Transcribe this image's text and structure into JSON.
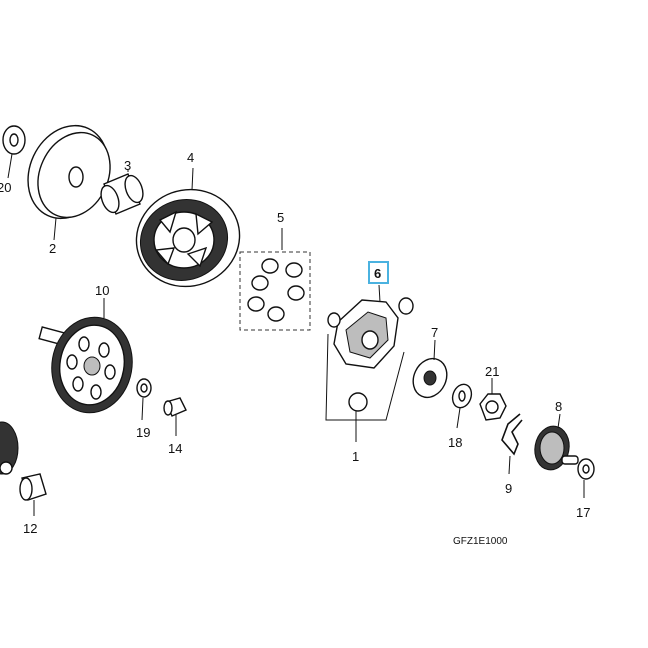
{
  "diagram": {
    "part_callouts": [
      "1",
      "2",
      "3",
      "4",
      "5",
      "6",
      "7",
      "8",
      "9",
      "10",
      "12",
      "14",
      "17",
      "18",
      "19",
      "20",
      "21"
    ],
    "highlighted_callout": "6",
    "drawing_code": "GFZ1E1000",
    "highlight_color": "#4ab2e0"
  }
}
